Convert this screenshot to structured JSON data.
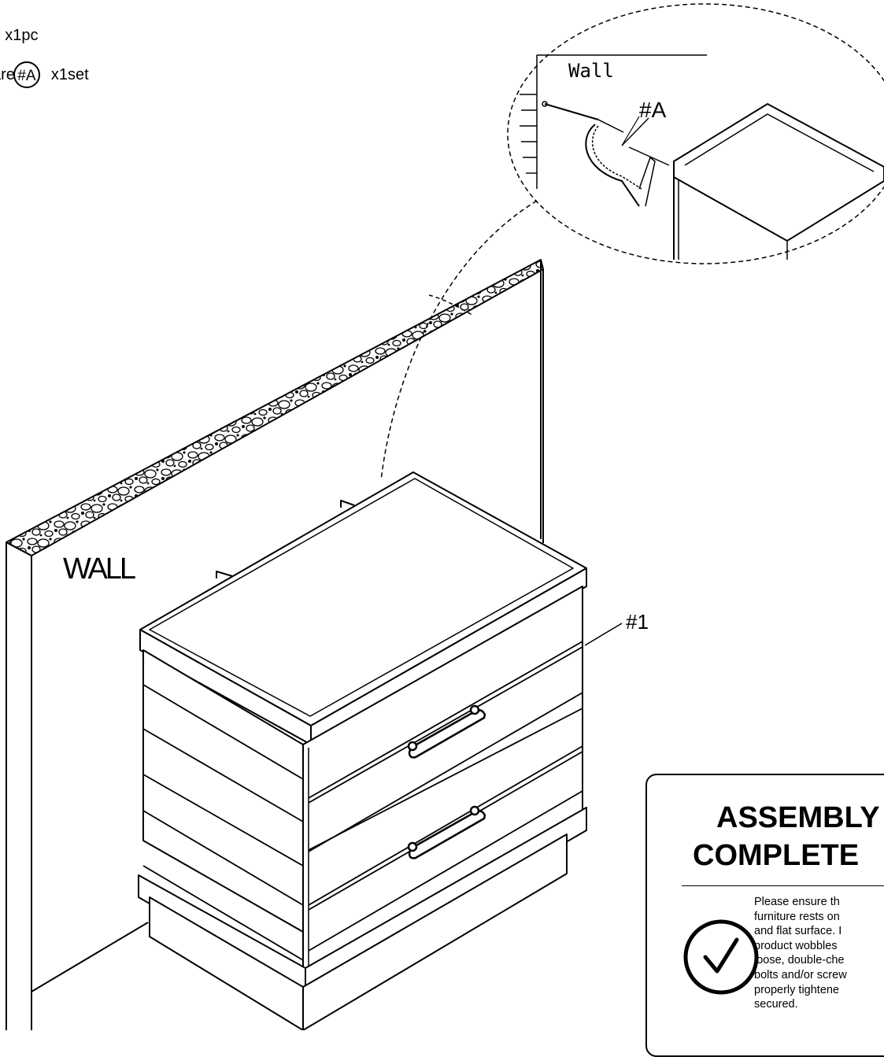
{
  "header": {
    "line1": ") x1pc",
    "line2_prefix": "are",
    "line2_circle": "#A",
    "line2_suffix": "x1set"
  },
  "labels": {
    "wall_large": "WALL",
    "part_number": "#1"
  },
  "detail": {
    "wall_label": "Wall",
    "hardware_label": "#A"
  },
  "panel": {
    "title_line1": "ASSEMBLY",
    "title_line2": "COMPLETE",
    "body_lines": [
      "Please ensure th",
      "furniture rests on",
      "and flat surface. I",
      "product wobbles",
      "loose, double-che",
      "bolts and/or screw",
      "properly tightene",
      "secured."
    ]
  }
}
